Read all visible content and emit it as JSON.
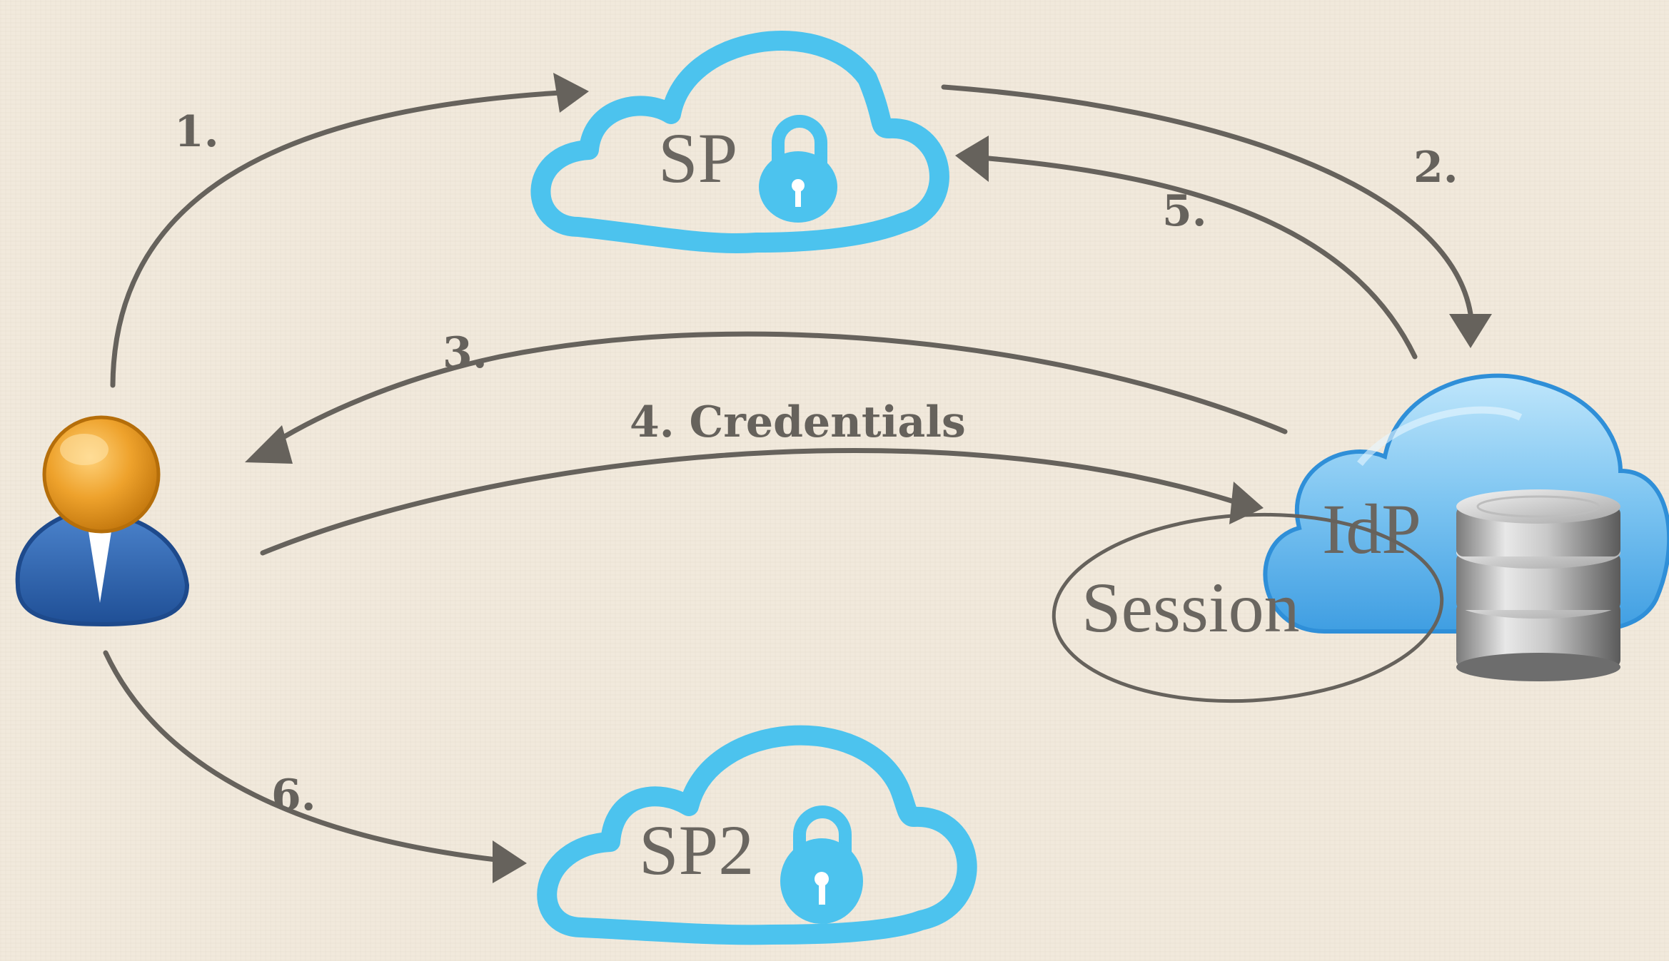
{
  "nodes": {
    "sp": {
      "label": "SP"
    },
    "sp2": {
      "label": "SP2"
    },
    "idp": {
      "label": "IdP"
    },
    "session": {
      "label": "Session"
    }
  },
  "steps": {
    "s1": "1.",
    "s2": "2.",
    "s3": "3.",
    "s4": "4. Credentials",
    "s5": "5.",
    "s6": "6."
  },
  "colors": {
    "sp_cloud": "#4cc3ee",
    "idp_cloud": "#4aa8e6",
    "arrow": "#66625c",
    "user_head": "#e6961e",
    "user_body": "#2f62a8"
  },
  "icons": [
    "user-icon",
    "sp-cloud-icon",
    "sp2-cloud-icon",
    "lock-icon",
    "idp-cloud-icon",
    "database-icon"
  ]
}
